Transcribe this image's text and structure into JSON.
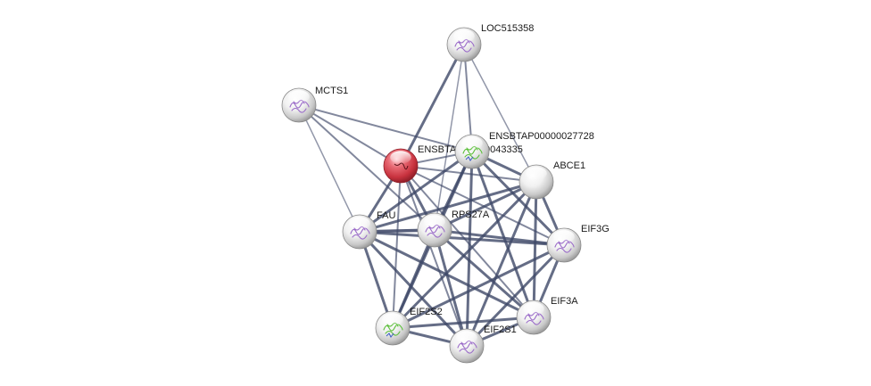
{
  "nodes": [
    {
      "id": "LOC515358",
      "label": "LOC515358",
      "type": "structure",
      "color": "#ffffff"
    },
    {
      "id": "MCTS1",
      "label": "MCTS1",
      "type": "structure",
      "color": "#ffffff"
    },
    {
      "id": "ENSBTAP00000043335",
      "label": "ENSBTAP00000043335",
      "type": "query",
      "color": "#d94450"
    },
    {
      "id": "ENSBTAP00000027728",
      "label": "ENSBTAP00000027728",
      "type": "structure-green",
      "color": "#ffffff"
    },
    {
      "id": "ABCE1",
      "label": "ABCE1",
      "type": "plain",
      "color": "#ffffff"
    },
    {
      "id": "FAU",
      "label": "FAU",
      "type": "structure",
      "color": "#ffffff"
    },
    {
      "id": "RPS27A",
      "label": "RPS27A",
      "type": "structure",
      "color": "#ffffff"
    },
    {
      "id": "EIF3G",
      "label": "EIF3G",
      "type": "structure",
      "color": "#ffffff"
    },
    {
      "id": "EIF3A",
      "label": "EIF3A",
      "type": "structure",
      "color": "#ffffff"
    },
    {
      "id": "EIF2S2",
      "label": "EIF2S2",
      "type": "structure-green",
      "color": "#ffffff"
    },
    {
      "id": "EIF2S1",
      "label": "EIF2S1",
      "type": "structure",
      "color": "#ffffff"
    }
  ],
  "edges": [
    {
      "source": "LOC515358",
      "target": "ENSBTAP00000043335",
      "weight": 3
    },
    {
      "source": "LOC515358",
      "target": "ENSBTAP00000027728",
      "weight": 2
    },
    {
      "source": "LOC515358",
      "target": "ABCE1",
      "weight": 1.5
    },
    {
      "source": "LOC515358",
      "target": "RPS27A",
      "weight": 1.5
    },
    {
      "source": "MCTS1",
      "target": "ENSBTAP00000043335",
      "weight": 2
    },
    {
      "source": "MCTS1",
      "target": "FAU",
      "weight": 1.5
    },
    {
      "source": "MCTS1",
      "target": "ENSBTAP00000027728",
      "weight": 2
    },
    {
      "source": "MCTS1",
      "target": "RPS27A",
      "weight": 2
    },
    {
      "source": "ENSBTAP00000043335",
      "target": "FAU",
      "weight": 3
    },
    {
      "source": "ENSBTAP00000043335",
      "target": "RPS27A",
      "weight": 3
    },
    {
      "source": "ENSBTAP00000043335",
      "target": "ENSBTAP00000027728",
      "weight": 2
    },
    {
      "source": "ENSBTAP00000043335",
      "target": "ABCE1",
      "weight": 2
    },
    {
      "source": "ENSBTAP00000043335",
      "target": "EIF2S2",
      "weight": 2
    },
    {
      "source": "ENSBTAP00000043335",
      "target": "EIF3G",
      "weight": 2
    },
    {
      "source": "ENSBTAP00000043335",
      "target": "EIF2S1",
      "weight": 2
    },
    {
      "source": "ENSBTAP00000043335",
      "target": "EIF3A",
      "weight": 2
    },
    {
      "source": "ENSBTAP00000027728",
      "target": "FAU",
      "weight": 3
    },
    {
      "source": "ENSBTAP00000027728",
      "target": "RPS27A",
      "weight": 3
    },
    {
      "source": "ENSBTAP00000027728",
      "target": "ABCE1",
      "weight": 3
    },
    {
      "source": "ENSBTAP00000027728",
      "target": "EIF3G",
      "weight": 3
    },
    {
      "source": "ENSBTAP00000027728",
      "target": "EIF3A",
      "weight": 3
    },
    {
      "source": "ENSBTAP00000027728",
      "target": "EIF2S2",
      "weight": 3
    },
    {
      "source": "ENSBTAP00000027728",
      "target": "EIF2S1",
      "weight": 3
    },
    {
      "source": "ABCE1",
      "target": "FAU",
      "weight": 3
    },
    {
      "source": "ABCE1",
      "target": "RPS27A",
      "weight": 3
    },
    {
      "source": "ABCE1",
      "target": "EIF3G",
      "weight": 3
    },
    {
      "source": "ABCE1",
      "target": "EIF3A",
      "weight": 3
    },
    {
      "source": "ABCE1",
      "target": "EIF2S2",
      "weight": 3
    },
    {
      "source": "ABCE1",
      "target": "EIF2S1",
      "weight": 3
    },
    {
      "source": "FAU",
      "target": "RPS27A",
      "weight": 3.5
    },
    {
      "source": "FAU",
      "target": "EIF3G",
      "weight": 3
    },
    {
      "source": "FAU",
      "target": "EIF3A",
      "weight": 3
    },
    {
      "source": "FAU",
      "target": "EIF2S2",
      "weight": 3
    },
    {
      "source": "FAU",
      "target": "EIF2S1",
      "weight": 3
    },
    {
      "source": "RPS27A",
      "target": "EIF3G",
      "weight": 3
    },
    {
      "source": "RPS27A",
      "target": "EIF3A",
      "weight": 3
    },
    {
      "source": "RPS27A",
      "target": "EIF2S2",
      "weight": 3
    },
    {
      "source": "RPS27A",
      "target": "EIF2S1",
      "weight": 3
    },
    {
      "source": "EIF3G",
      "target": "EIF3A",
      "weight": 3
    },
    {
      "source": "EIF3G",
      "target": "EIF2S2",
      "weight": 3
    },
    {
      "source": "EIF3G",
      "target": "EIF2S1",
      "weight": 3
    },
    {
      "source": "EIF3A",
      "target": "EIF2S2",
      "weight": 3
    },
    {
      "source": "EIF3A",
      "target": "EIF2S1",
      "weight": 3
    },
    {
      "source": "EIF2S2",
      "target": "EIF2S1",
      "weight": 3
    }
  ],
  "colors": {
    "edge": "#3f4868",
    "query_node": "#d94450",
    "node_highlight": "#ffffff",
    "node_shadow": "#9a9a9a",
    "structure_purple": "#9b6cc9",
    "structure_green": "#5cbf3a",
    "label": "#1a1a1a"
  }
}
